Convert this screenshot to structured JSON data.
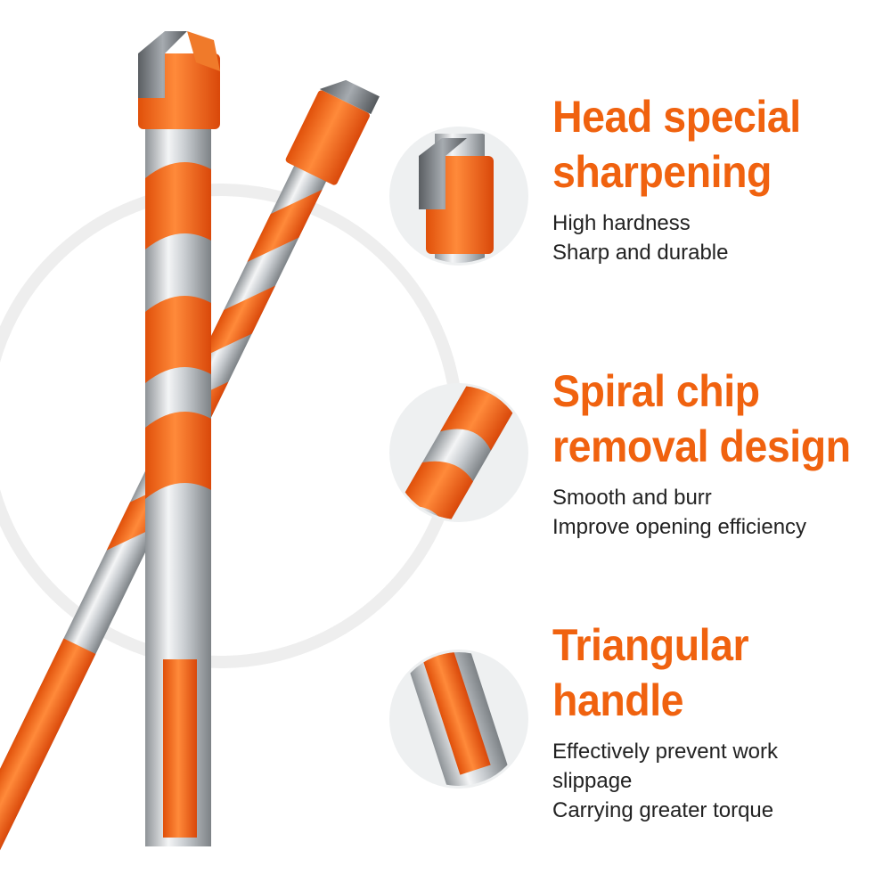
{
  "colors": {
    "accent": "#f0620f",
    "text": "#222222",
    "background": "#ffffff",
    "metal": "#b8bcc0"
  },
  "illustration": {
    "subject": "two masonry drill bits with orange spiral flutes",
    "icons": [
      "drill-tip-icon",
      "spiral-flute-icon",
      "triangular-shank-icon"
    ]
  },
  "features": [
    {
      "title_lines": [
        "Head special",
        "sharpening"
      ],
      "desc_lines": [
        "High hardness",
        "Sharp and durable"
      ]
    },
    {
      "title_lines": [
        "Spiral chip",
        "removal design"
      ],
      "desc_lines": [
        "Smooth and burr",
        "Improve opening efficiency"
      ]
    },
    {
      "title_lines": [
        "Triangular",
        "handle"
      ],
      "desc_lines": [
        "Effectively prevent work",
        "slippage",
        "Carrying greater torque"
      ]
    }
  ]
}
